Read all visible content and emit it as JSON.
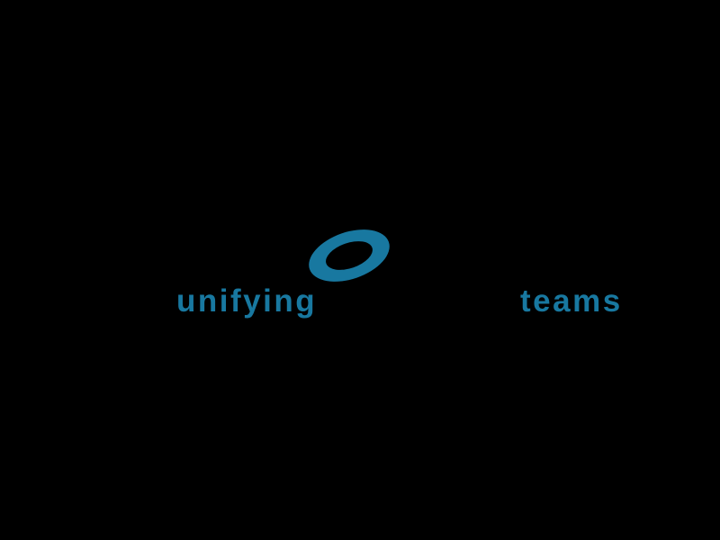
{
  "canvas": {
    "background_color": "#000000"
  },
  "logo": {
    "accent_color": "#1878A0",
    "word_left": "unifying",
    "word_right": "teams",
    "icon": "tilted-ellipse-ring"
  }
}
